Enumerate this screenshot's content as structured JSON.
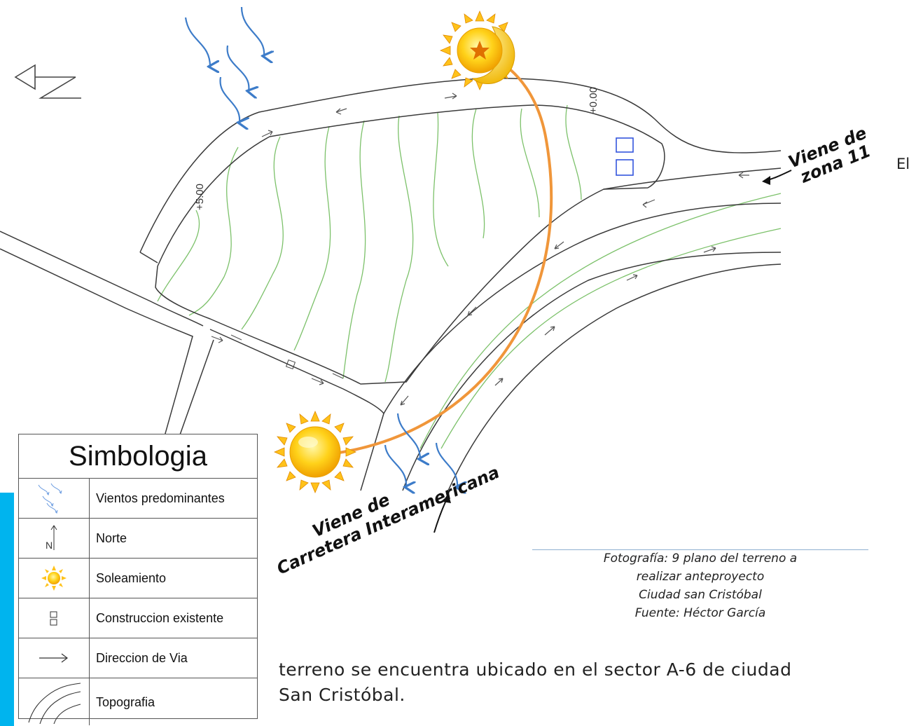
{
  "map": {
    "label_zona11_line1": "Viene de",
    "label_zona11_line2": "zona 11",
    "label_carretera_line1": "Viene de",
    "label_carretera_line2": "Carretera Interamericana",
    "elevation_top": "+0.00",
    "elevation_left": "+5.00",
    "colors": {
      "road": "#3a3a3a",
      "topo": "#7cc16a",
      "wind": "#3d7cc9",
      "sun_path": "#f0963a",
      "building": "#3355dd"
    }
  },
  "text": {
    "el": "El",
    "body": "terreno se encuentra ubicado en el sector A-6 de ciudad",
    "body2": "San Cristóbal."
  },
  "caption": {
    "line1": "Fotografía: 9 plano del terreno a",
    "line2": "realizar anteproyecto",
    "line3": "Ciudad san Cristóbal",
    "line4": "Fuente: Héctor García"
  },
  "legend": {
    "title": "Simbologia",
    "rows": [
      {
        "icon": "wind-icon",
        "label": "Vientos predominantes"
      },
      {
        "icon": "north-icon",
        "label": "Norte"
      },
      {
        "icon": "sun-icon",
        "label": "Soleamiento"
      },
      {
        "icon": "building-icon",
        "label": "Construccion existente"
      },
      {
        "icon": "road-direction-icon",
        "label": "Direccion de Via"
      },
      {
        "icon": "topography-icon",
        "label": "Topografia"
      }
    ]
  }
}
